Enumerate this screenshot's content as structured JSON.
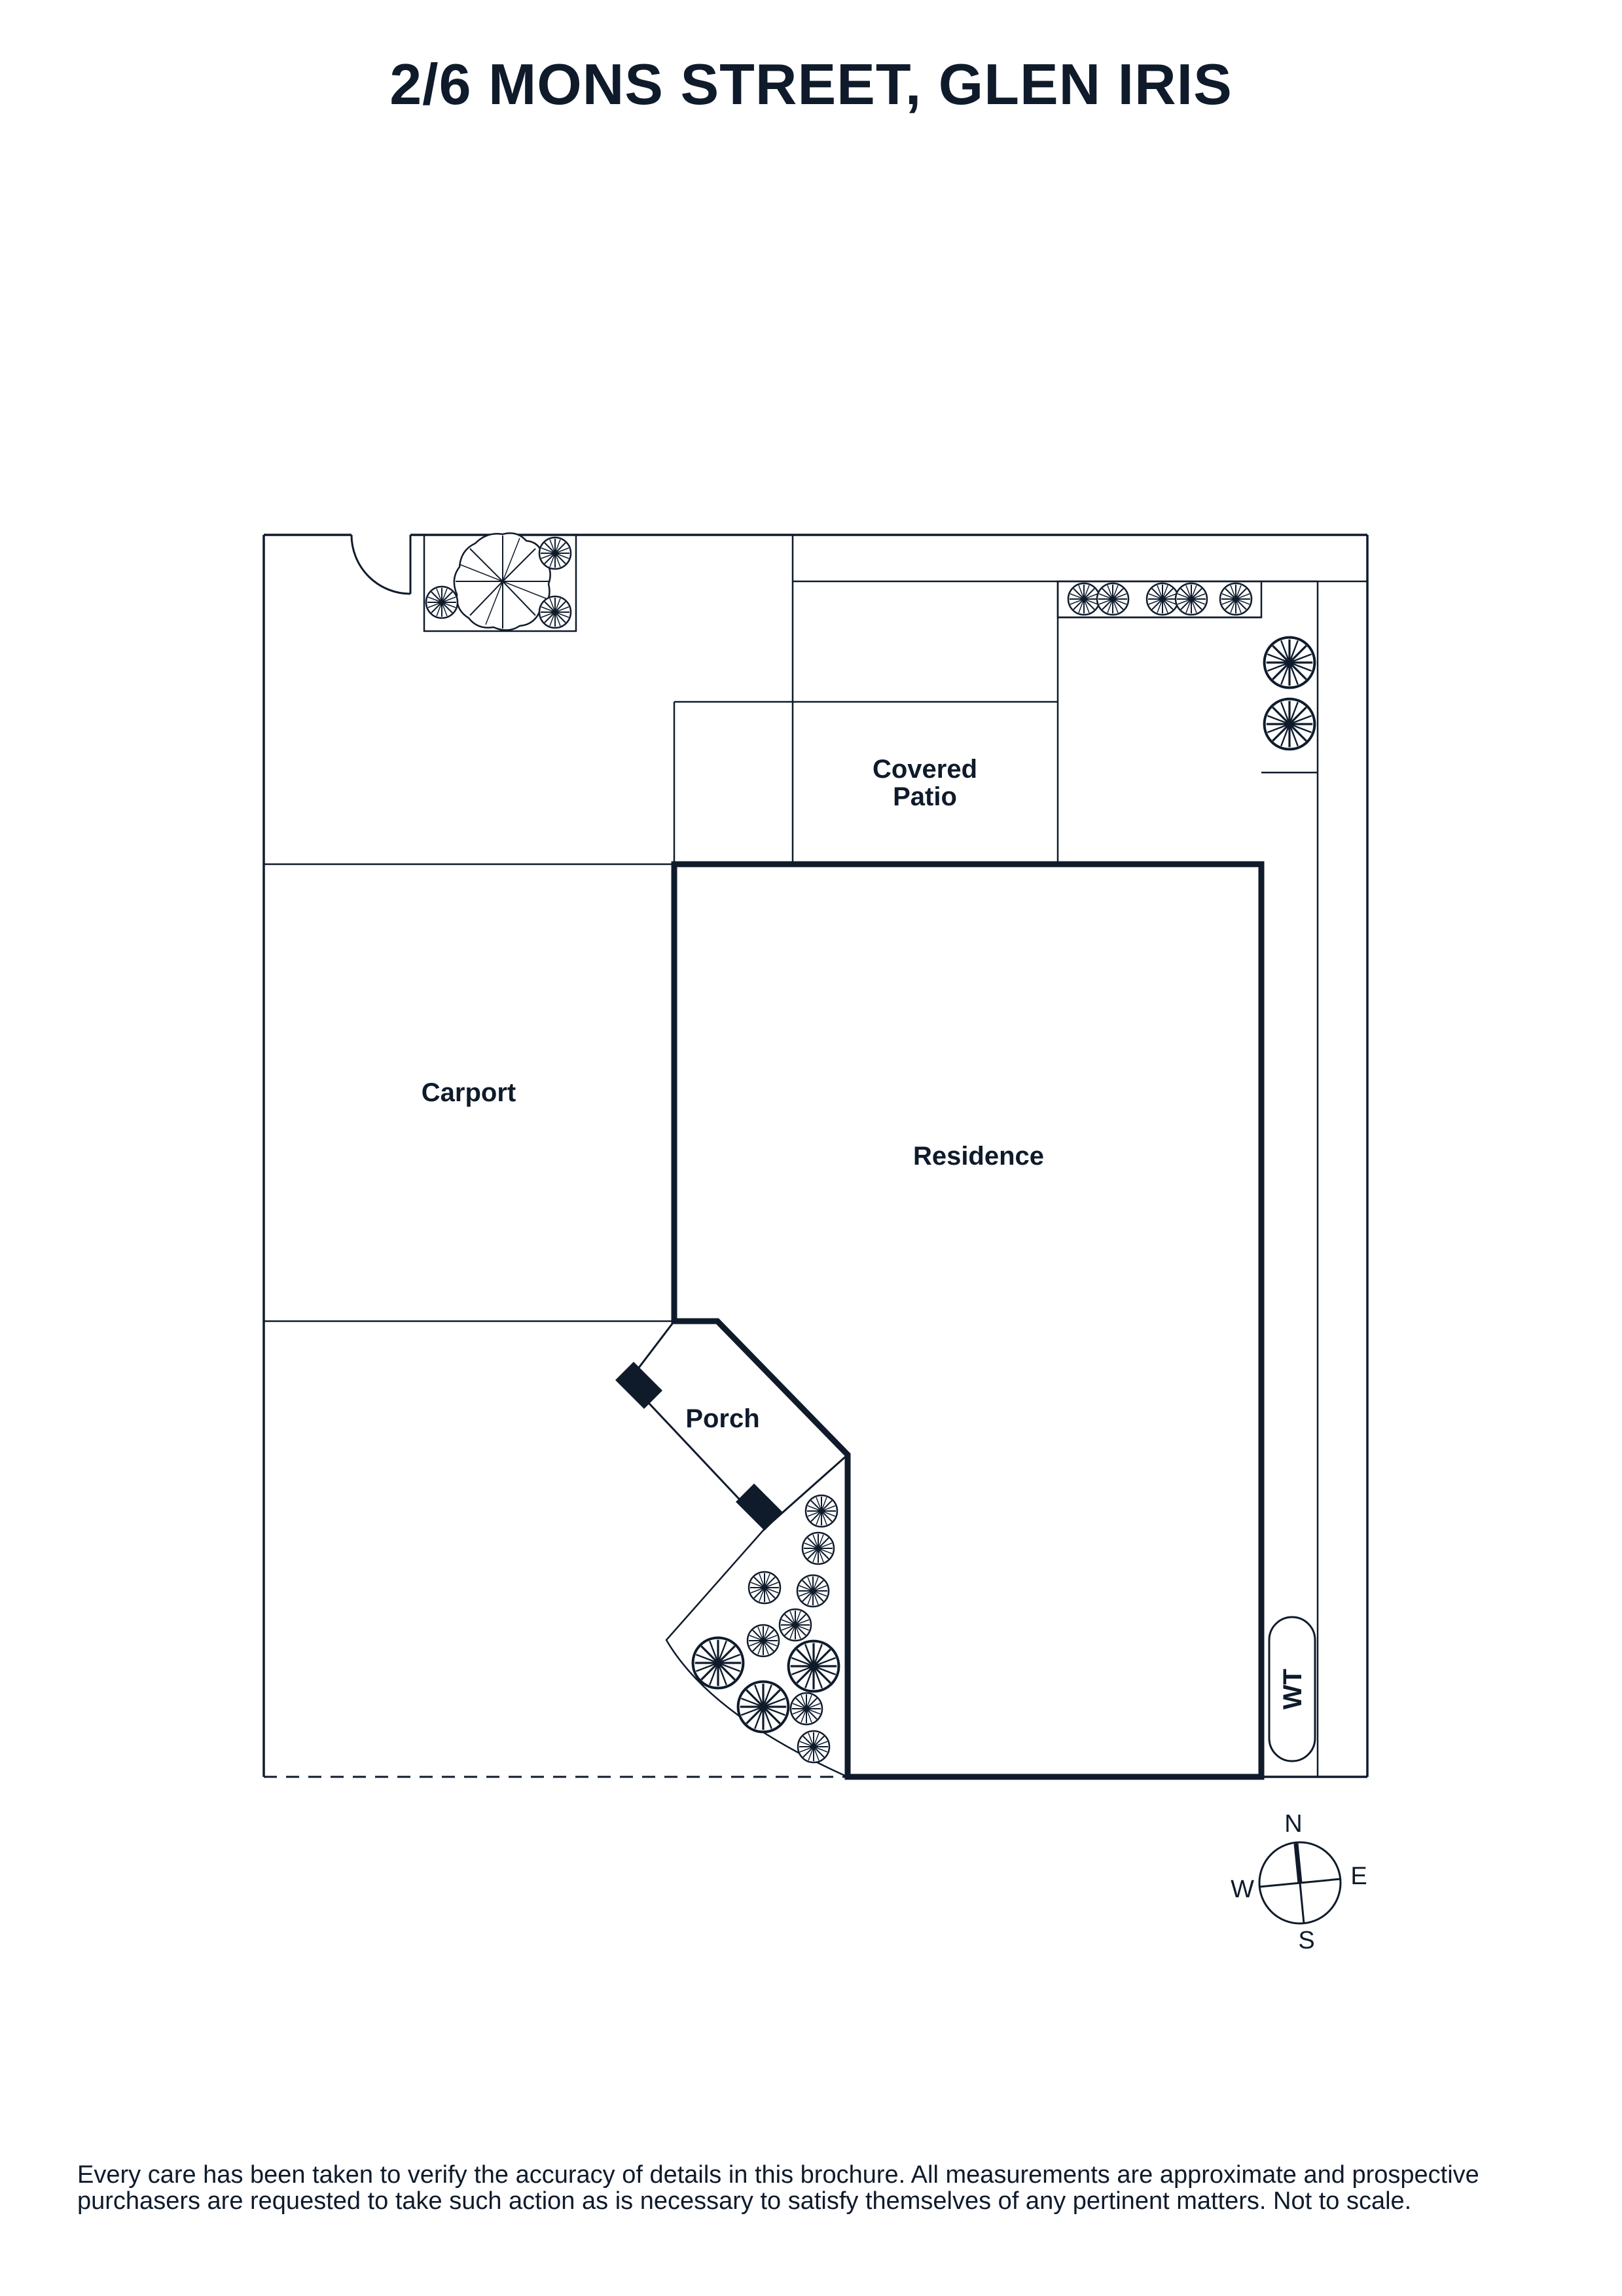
{
  "title": "2/6 MONS STREET, GLEN IRIS",
  "rooms": {
    "covered_patio_line1": "Covered",
    "covered_patio_line2": "Patio",
    "carport": "Carport",
    "residence": "Residence",
    "porch": "Porch",
    "water_tank": "WT"
  },
  "compass": {
    "north": "N",
    "east": "E",
    "south": "S",
    "west": "W"
  },
  "disclaimer": {
    "line1": "Every care has been taken to verify the accuracy of details in this brochure. All measurements are approximate and prospective",
    "line2": "purchasers are requested to take such action as is necessary to satisfy themselves of any pertinent matters. Not to scale."
  },
  "colors": {
    "ink": "#0f1b2b",
    "background": "#ffffff"
  }
}
